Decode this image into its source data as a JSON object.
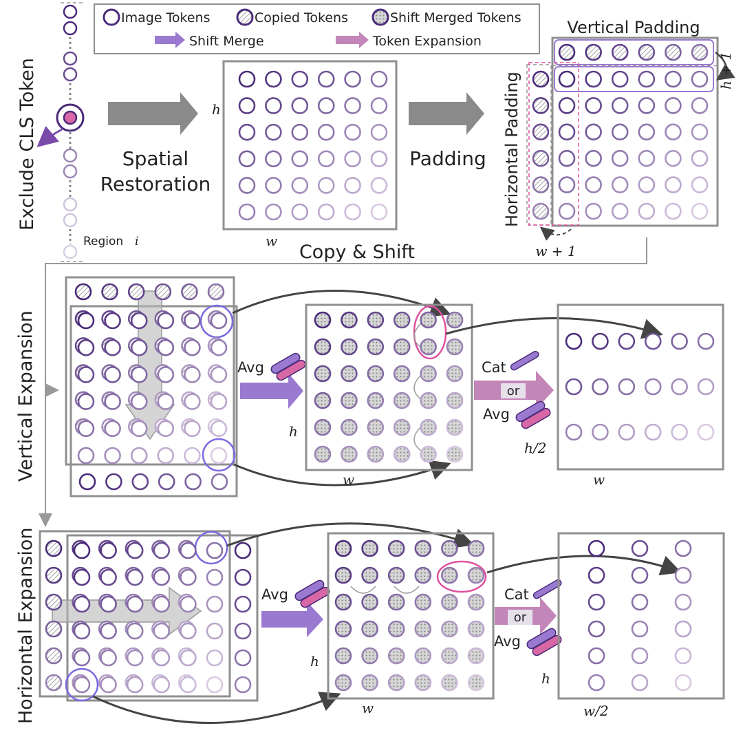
{
  "legend": {
    "image_tokens": "Image Tokens",
    "copied_tokens": "Copied Tokens",
    "shift_merged_tokens": "Shift Merged Tokens",
    "shift_merge": "Shift Merge",
    "token_expansion": "Token Expansion"
  },
  "labels": {
    "exclude_cls": "Exclude CLS Token",
    "region": "Region",
    "region_var": "i",
    "spatial_1": "Spatial",
    "spatial_2": "Restoration",
    "padding": "Padding",
    "vertical_padding": "Vertical Padding",
    "horizontal_padding": "Horizontal Padding",
    "copy_shift": "Copy & Shift",
    "vertical_expansion": "Vertical Expansion",
    "horizontal_expansion": "Horizontal Expansion",
    "avg": "Avg",
    "cat": "Cat",
    "or": "or"
  },
  "math": {
    "h": "h",
    "w": "w",
    "h_plus_1": "h + 1",
    "w_plus_1": "w + 1",
    "h_half": "h/2",
    "w_half": "w/2"
  },
  "colors": {
    "dark_purple": "#4a2a7a",
    "light_purple": "#d9c8e2",
    "frame_gray": "#8f8f8f",
    "arrow_gray": "#8a8a8a",
    "shift_merge_arrow": "#9a7ad0",
    "token_expansion_arrow": "#c386b8",
    "cls_pink": "#d867a6",
    "highlight_blue": "#7a6ae0",
    "highlight_pink": "#e0509c"
  }
}
